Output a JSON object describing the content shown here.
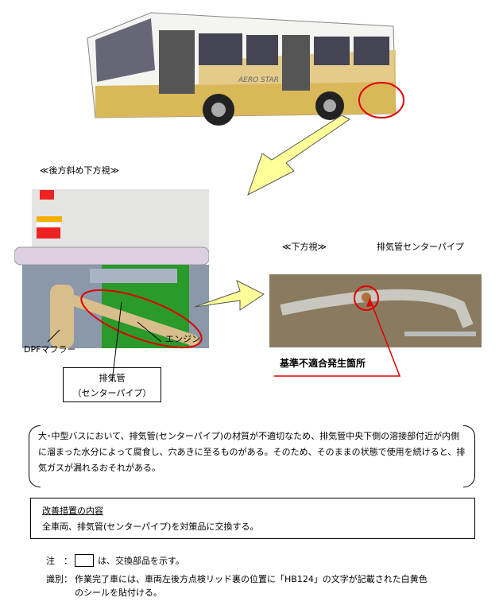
{
  "labels": {
    "rear_view": "≪後方斜め下方視≫",
    "bottom_view": "≪下方視≫",
    "center_pipe_title": "排気管センターパイプ",
    "dpf": "DPFマフラー",
    "engine": "エンジン",
    "exhaust_pipe": "排気管",
    "exhaust_pipe_sub": "（センターパイプ）",
    "defect_location": "基準不適合発生箇所",
    "bus_logo": "AERO STAR"
  },
  "description": "大･中型バスにおいて、排気管(センターパイプ)の材質が不適切なため、排気管中央下側の溶接部付近が内側に溜まった水分によって腐食し、穴あきに至るものがある。そのため、そのままの状態で使用を続けると、排気ガスが漏れるおそれがある。",
  "action": {
    "title": "改善措置の内容",
    "text": "全車両、排気管(センターパイプ)を対策品に交換する。"
  },
  "notes": {
    "note_label": "注　：",
    "note_text": "は、交換部品を示す。",
    "id_label": "識別：",
    "id_text1": "作業完了車には、車両左後方点検リッド裏の位置に「HB124」の文字が記載された白黄色",
    "id_text2": "のシールを貼付ける。"
  },
  "colors": {
    "highlight": "#e00000",
    "arrow": "#ffff99"
  }
}
